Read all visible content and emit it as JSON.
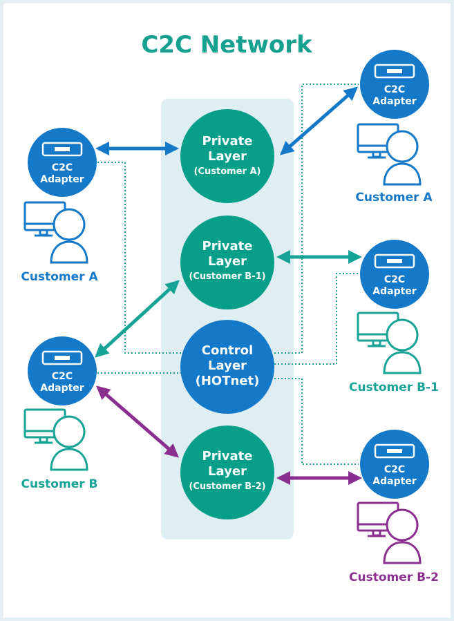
{
  "title": "C2C Network",
  "layers": [
    {
      "name": "Private",
      "line2": "Layer",
      "sub": "(Customer A)",
      "color": "#079f8a"
    },
    {
      "name": "Private",
      "line2": "Layer",
      "sub": "(Customer B-1)",
      "color": "#079f8a"
    },
    {
      "name": "Control",
      "line2": "Layer",
      "sub": "(HOTnet)",
      "color": "#1479c8"
    },
    {
      "name": "Private",
      "line2": "Layer",
      "sub": "(Customer B-2)",
      "color": "#079f8a"
    }
  ],
  "adapter": {
    "line1": "C2C",
    "line2": "Adapter",
    "color": "#1479c8"
  },
  "customers": [
    {
      "label": "Customer A",
      "color": "#1479c8"
    },
    {
      "label": "Customer B",
      "color": "#17a396"
    },
    {
      "label": "Customer A",
      "color": "#1479c8"
    },
    {
      "label": "Customer B-1",
      "color": "#17a396"
    },
    {
      "label": "Customer B-2",
      "color": "#8a2f90"
    }
  ],
  "colors": {
    "title": "#16a08f",
    "band": "#deeef3",
    "frame": "#e4eff4",
    "link_blue": "#1479c8",
    "link_teal": "#17a396",
    "link_purple": "#8a2f90",
    "dotted": "#14a090"
  },
  "icons": [
    "adapter-device-icon",
    "computer-user-icon"
  ]
}
